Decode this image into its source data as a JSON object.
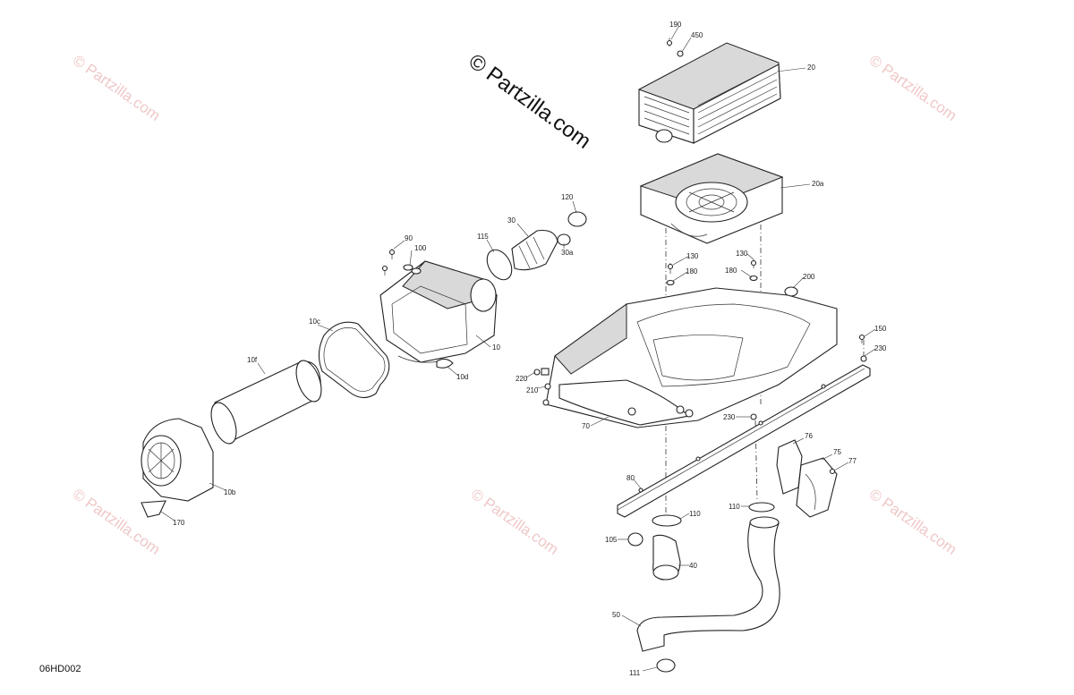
{
  "watermark": {
    "main": "© Partzilla.com",
    "repeat": "© Partzilla.com"
  },
  "diagram_code": "06HD002",
  "callouts": [
    {
      "id": "190",
      "text": "190"
    },
    {
      "id": "450",
      "text": "450"
    },
    {
      "id": "20",
      "text": "20"
    },
    {
      "id": "20a",
      "text": "20a"
    },
    {
      "id": "120",
      "text": "120"
    },
    {
      "id": "30",
      "text": "30"
    },
    {
      "id": "30a",
      "text": "30a"
    },
    {
      "id": "115",
      "text": "115"
    },
    {
      "id": "90",
      "text": "90"
    },
    {
      "id": "100",
      "text": "100"
    },
    {
      "id": "10c",
      "text": "10c"
    },
    {
      "id": "10",
      "text": "10"
    },
    {
      "id": "10d",
      "text": "10d"
    },
    {
      "id": "10f",
      "text": "10f"
    },
    {
      "id": "10b",
      "text": "10b"
    },
    {
      "id": "170",
      "text": "170"
    },
    {
      "id": "130a",
      "text": "130"
    },
    {
      "id": "130b",
      "text": "130"
    },
    {
      "id": "180a",
      "text": "180"
    },
    {
      "id": "180b",
      "text": "180"
    },
    {
      "id": "200",
      "text": "200"
    },
    {
      "id": "150",
      "text": "150"
    },
    {
      "id": "230a",
      "text": "230"
    },
    {
      "id": "230b",
      "text": "230"
    },
    {
      "id": "220",
      "text": "220"
    },
    {
      "id": "210",
      "text": "210"
    },
    {
      "id": "70",
      "text": "70"
    },
    {
      "id": "76",
      "text": "76"
    },
    {
      "id": "75",
      "text": "75"
    },
    {
      "id": "77",
      "text": "77"
    },
    {
      "id": "80",
      "text": "80"
    },
    {
      "id": "110a",
      "text": "110"
    },
    {
      "id": "110b",
      "text": "110"
    },
    {
      "id": "105",
      "text": "105"
    },
    {
      "id": "40",
      "text": "40"
    },
    {
      "id": "50",
      "text": "50"
    },
    {
      "id": "111",
      "text": "111"
    }
  ]
}
